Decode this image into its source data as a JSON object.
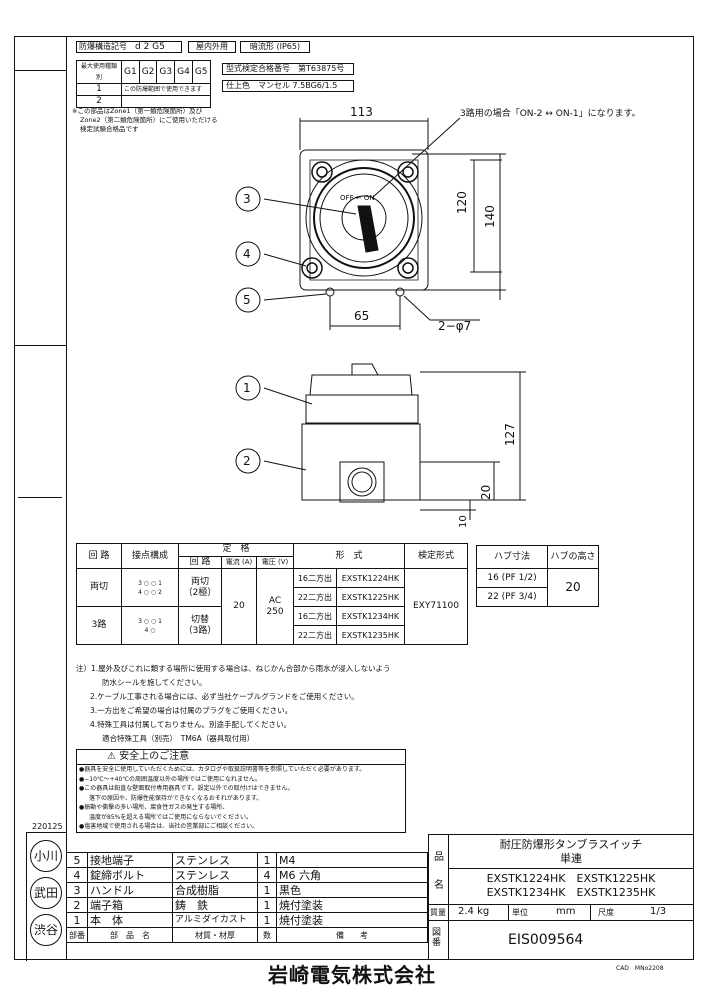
{
  "header_specs": {
    "explosion_symbol_label": "防爆構造記号",
    "explosion_symbol_value": "d 2 G5",
    "indoor_outdoor": "屋内外用",
    "waterproof": "暗流形 (IP65)",
    "cert_label": "型式検定合格番号",
    "cert_value": "第T63875号",
    "finish_label": "仕上色",
    "finish_value": "マンセル 7.5BG6/1.5",
    "gclass_header": "最大使用種類別",
    "gclasses": [
      "G1",
      "G2",
      "G3",
      "G4",
      "G5"
    ],
    "row1_num": "1",
    "row1_text": "この防爆範囲で使用できます",
    "row2_num": "2",
    "zone_note_1": "※この部品はZone1（第一類危険箇所）及び",
    "zone_note_2": "Zone2（第二類危険箇所）にご使用いただける",
    "zone_note_3": "検定試験合格品です"
  },
  "drawing": {
    "dim_113": "113",
    "dim_120": "120",
    "dim_140": "140",
    "dim_65": "65",
    "dim_hole": "2−φ7",
    "dim_127": "127",
    "dim_20": "20",
    "dim_10": "10",
    "three_way_note": "3路用の場合「ON-2 ↔ ON-1」になります。",
    "balloons": [
      "1",
      "2",
      "3",
      "4",
      "5"
    ],
    "dial_text": "OFF ← ON"
  },
  "spec_table": {
    "h_circuit": "回 路",
    "h_contact": "接点構成",
    "h_rating": "定　格",
    "h_rcircuit": "回 路",
    "h_current": "電流 (A)",
    "h_voltage": "電圧 (V)",
    "h_model": "形　式",
    "h_cert": "検定形式",
    "r1_circuit": "両切",
    "r1_rcircuit": "両切\n（2極）",
    "r2_circuit": "3路",
    "r2_rcircuit": "切替\n（3路）",
    "current": "20",
    "voltage": "AC\n250",
    "models": [
      {
        "pre": "16二方出",
        "model": "EXSTK1224HK"
      },
      {
        "pre": "22二方出",
        "model": "EXSTK1225HK"
      },
      {
        "pre": "16二方出",
        "model": "EXSTK1234HK"
      },
      {
        "pre": "22二方出",
        "model": "EXSTK1235HK"
      }
    ],
    "cert": "EXY71100",
    "c1a": "3 ○",
    "c1b": "4 ○",
    "c1g1": "○ 1",
    "c1g2": "○ 2",
    "c2a": "3 ○",
    "c2b": "4 ○",
    "c2c": "○ 1"
  },
  "hub_table": {
    "h_size": "ハブ寸法",
    "h_height": "ハブの高さ",
    "sizes": [
      "16 (PF 1/2)",
      "22 (PF 3/4)"
    ],
    "height": "20"
  },
  "notes": {
    "n0": "注）1.屋外及びこれに類する場所に使用する場合は、ねじかん合部から雨水が浸入しないよう",
    "n0b": "防水シールを施してください。",
    "n2": "2.ケーブル工事される場合には、必ず当社ケーブルグランドをご使用ください。",
    "n3": "3.一方出をご希望の場合は付属のプラグをご使用ください。",
    "n4": "4.特殊工具は付属しておりません。別途手配してください。",
    "n5": "適合特殊工具（別売）　TM6A（器具取付用）"
  },
  "safety": {
    "title": "安全上のご注意",
    "l1": "●器具を安全に使用していただくためには、カタログや取扱説明書等を参照していただく必要があります。",
    "l2": "●−10℃～+40℃の周囲温度以外の場所ではご使用になれません。",
    "l3": "●この器具は鉛直な壁面取付専用器具です。設定以外での取付けはできません。",
    "l4": "落下の原因や、防爆性能保持ができなくなるおそれがあります。",
    "l5": "●振動や衝撃の多い場所、腐食性ガスの発生する場所、",
    "l6": "温度が85%を超える場所ではご使用にならないでください。",
    "l7": "●塩害地域で使用される場合は、当社の営業部にご相談ください。"
  },
  "side_date": "220125",
  "stamps": [
    "小川",
    "武田",
    "渋谷"
  ],
  "parts": [
    {
      "no": "5",
      "name": "接地端子",
      "material": "ステンレス",
      "qty": "1",
      "note": "M4"
    },
    {
      "no": "4",
      "name": "錠締ボルト",
      "material": "ステンレス",
      "qty": "4",
      "note": "M6 六角"
    },
    {
      "no": "3",
      "name": "ハンドル",
      "material": "合成樹脂",
      "qty": "1",
      "note": "黒色"
    },
    {
      "no": "2",
      "name": "端子箱",
      "material": "鋳　鉄",
      "qty": "1",
      "note": "焼付塗装"
    },
    {
      "no": "1",
      "name": "本　体",
      "material": "アルミダイカスト",
      "qty": "1",
      "note": "焼付塗装"
    }
  ],
  "parts_header": {
    "no": "部番",
    "name": "部　品　名",
    "material": "材質・材厚",
    "qty": "数",
    "note": "備　　考"
  },
  "title_block": {
    "product_label": "品",
    "name_label": "名",
    "product_line1": "耐圧防爆形タンブラスイッチ",
    "product_line2": "単連",
    "models_line1": "EXSTK1224HK　EXSTK1225HK",
    "models_line2": "EXSTK1234HK　EXSTK1235HK",
    "weight_label": "質量",
    "weight": "2.4 kg",
    "unit_label": "単位",
    "unit": "mm",
    "scale_label": "尺度",
    "scale": "1/3",
    "drawing_label": "図番",
    "drawing_no": "EIS009564"
  },
  "footer": {
    "company": "岩崎電気株式会社",
    "cad": "CAD　MNo2208"
  }
}
